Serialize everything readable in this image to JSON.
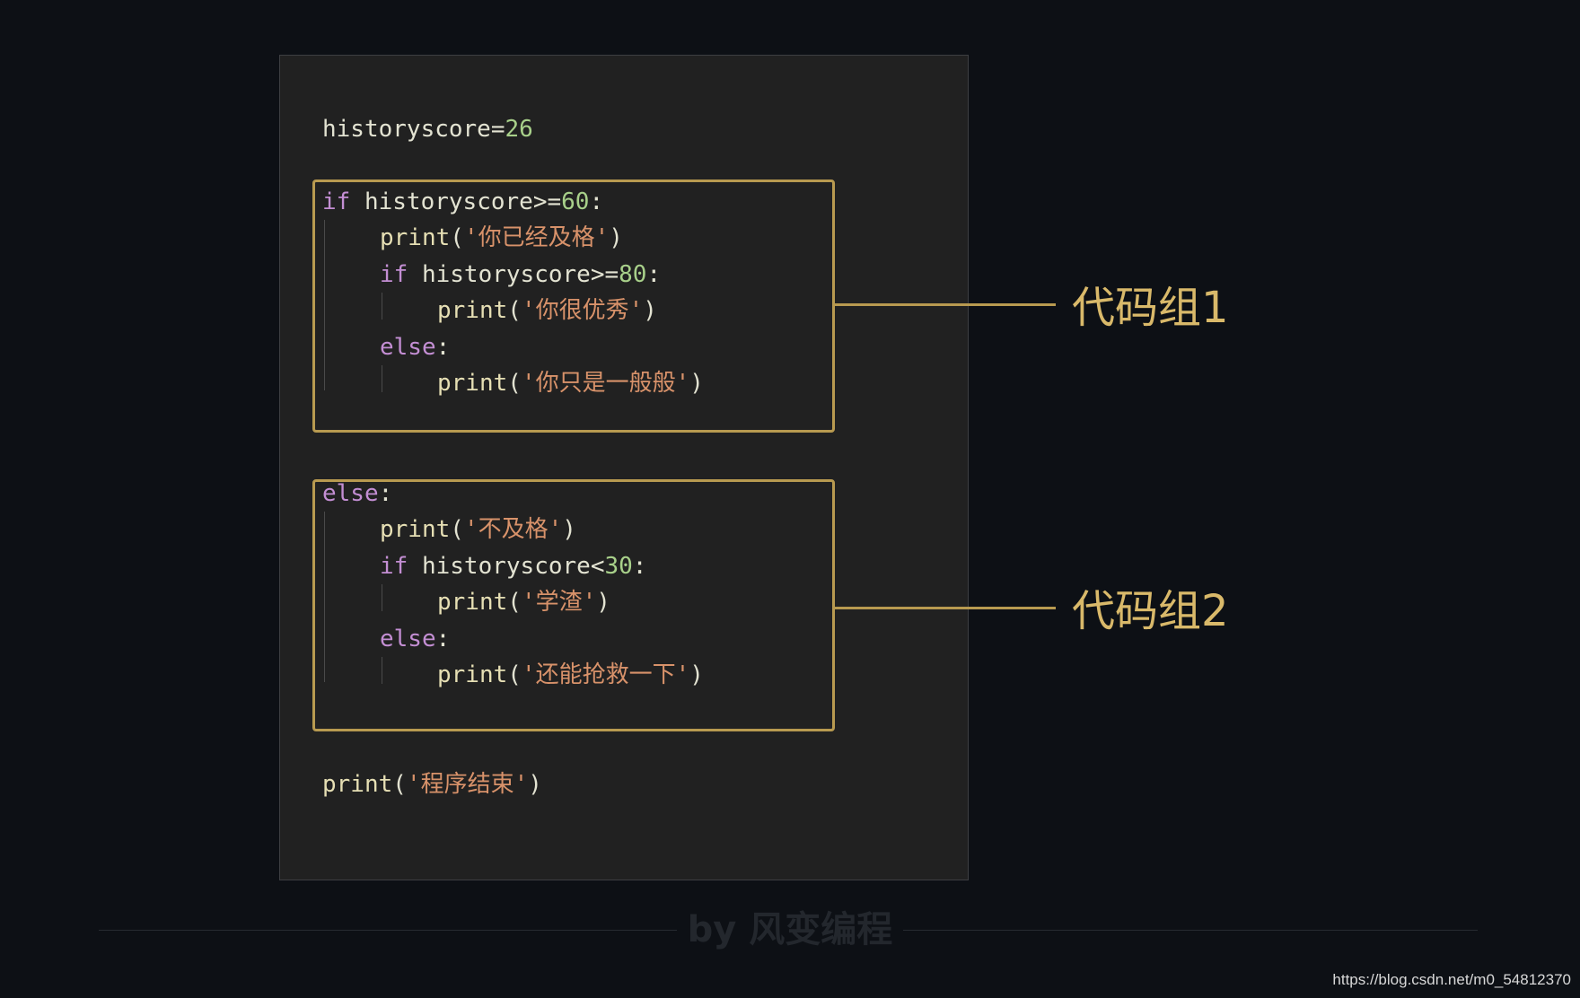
{
  "code": {
    "assign": {
      "var": "historyscore",
      "op": "=",
      "value": "26"
    },
    "group1": {
      "if_kw": "if",
      "if_var": "historyscore",
      "if_op": ">=",
      "if_num": "60",
      "if_colon": ":",
      "print1_fn": "print",
      "print1_open": "(",
      "print1_str": "'你已经及格'",
      "print1_close": ")",
      "inner_if_kw": "if",
      "inner_if_var": "historyscore",
      "inner_if_op": ">=",
      "inner_if_num": "80",
      "inner_if_colon": ":",
      "print2_fn": "print",
      "print2_open": "(",
      "print2_str": "'你很优秀'",
      "print2_close": ")",
      "else_kw": "else",
      "else_colon": ":",
      "print3_fn": "print",
      "print3_open": "(",
      "print3_str": "'你只是一般般'",
      "print3_close": ")"
    },
    "group2": {
      "else_kw": "else",
      "else_colon": ":",
      "print1_fn": "print",
      "print1_open": "(",
      "print1_str": "'不及格'",
      "print1_close": ")",
      "inner_if_kw": "if",
      "inner_if_var": "historyscore",
      "inner_if_op": "<",
      "inner_if_num": "30",
      "inner_if_colon": ":",
      "print2_fn": "print",
      "print2_open": "(",
      "print2_str": "'学渣'",
      "print2_close": ")",
      "inner_else_kw": "else",
      "inner_else_colon": ":",
      "print3_fn": "print",
      "print3_open": "(",
      "print3_str": "'还能抢救一下'",
      "print3_close": ")"
    },
    "final": {
      "fn": "print",
      "open": "(",
      "str": "'程序结束'",
      "close": ")"
    }
  },
  "labels": {
    "group1": "代码组1",
    "group2": "代码组2"
  },
  "footer": "by 风变编程",
  "watermark": "https://blog.csdn.net/m0_54812370",
  "colors": {
    "background": "#0d1015",
    "panel": "#212121",
    "accent": "#b89a50",
    "label": "#d9b96a",
    "keyword": "#c38ed3",
    "string": "#d8926a",
    "number": "#a8d08a"
  }
}
